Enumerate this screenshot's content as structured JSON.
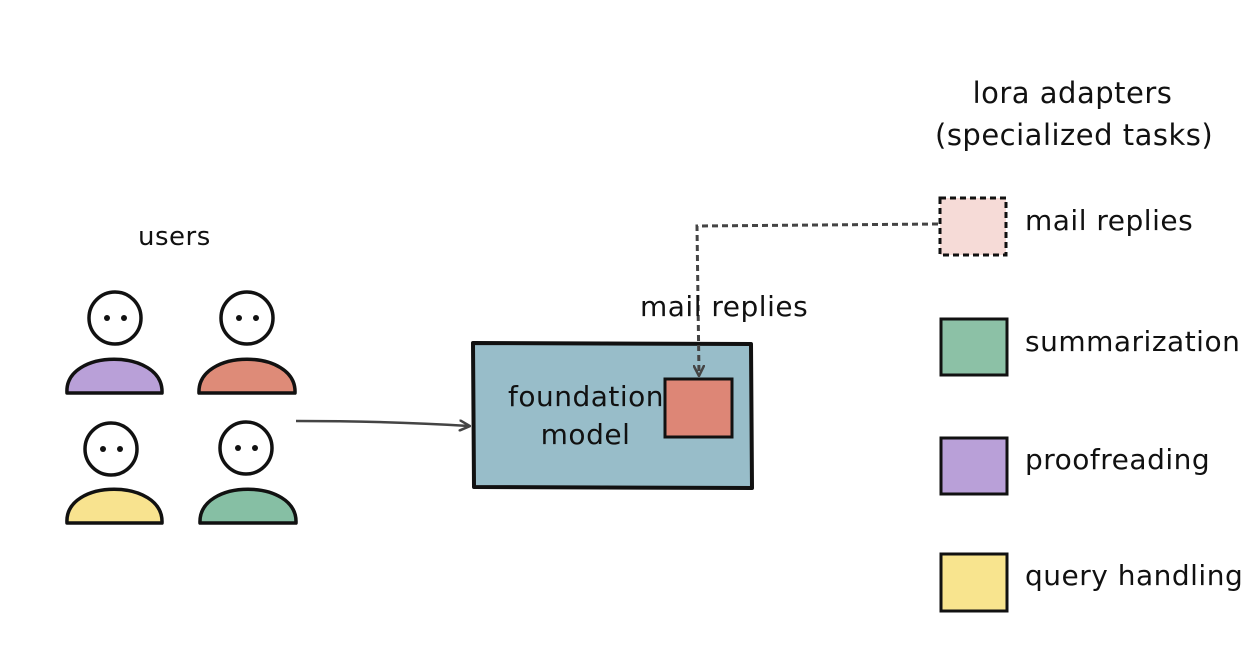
{
  "users_section": {
    "title": "users",
    "users": [
      {
        "shirt_color": "#b9a0d8"
      },
      {
        "shirt_color": "#de8b78"
      },
      {
        "shirt_color": "#f8e38f"
      },
      {
        "shirt_color": "#86bfa4"
      }
    ]
  },
  "foundation_model": {
    "label_line1": "foundation",
    "label_line2": "model",
    "color": "#98bdc9",
    "active_adapter_label": "mail replies",
    "active_adapter_color": "#dd8676"
  },
  "adapters_section": {
    "title_line1": "lora adapters",
    "title_line2": "(specialized tasks)",
    "adapters": [
      {
        "label": "mail replies",
        "color": "#f6dbd7",
        "dashed": true
      },
      {
        "label": "summarization",
        "color": "#8cc1a6",
        "dashed": false
      },
      {
        "label": "proofreading",
        "color": "#b9a0d8",
        "dashed": false
      },
      {
        "label": "query handling",
        "color": "#f8e48e",
        "dashed": false
      }
    ]
  },
  "colors": {
    "ink": "#111111",
    "arrow": "#444444"
  }
}
